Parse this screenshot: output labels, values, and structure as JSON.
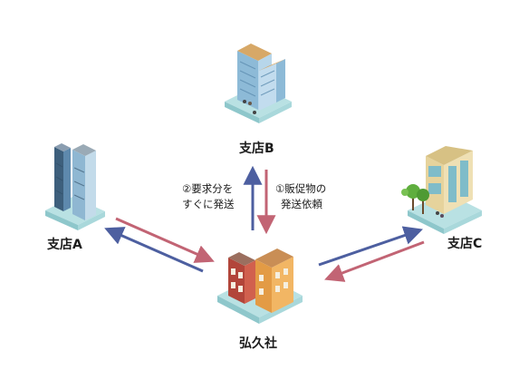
{
  "nodes": {
    "branch_a": {
      "label": "支店A"
    },
    "branch_b": {
      "label": "支店B"
    },
    "branch_c": {
      "label": "支店C"
    },
    "hq": {
      "label": "弘久社"
    }
  },
  "notes": {
    "request_line1": "②要求分を",
    "request_line2": "すぐに発送",
    "promo_line1": "①販促物の",
    "promo_line2": "発送依頼"
  },
  "colors": {
    "arrow_blue": "#4d5fa0",
    "arrow_red": "#c26474",
    "base_teal": "#9fd3d6",
    "tower_blue": "#7fb0cf",
    "brick_red": "#c8533f",
    "brick_orange": "#e9a24e",
    "cream": "#e8d8a6",
    "tree_green": "#5fae3e"
  }
}
